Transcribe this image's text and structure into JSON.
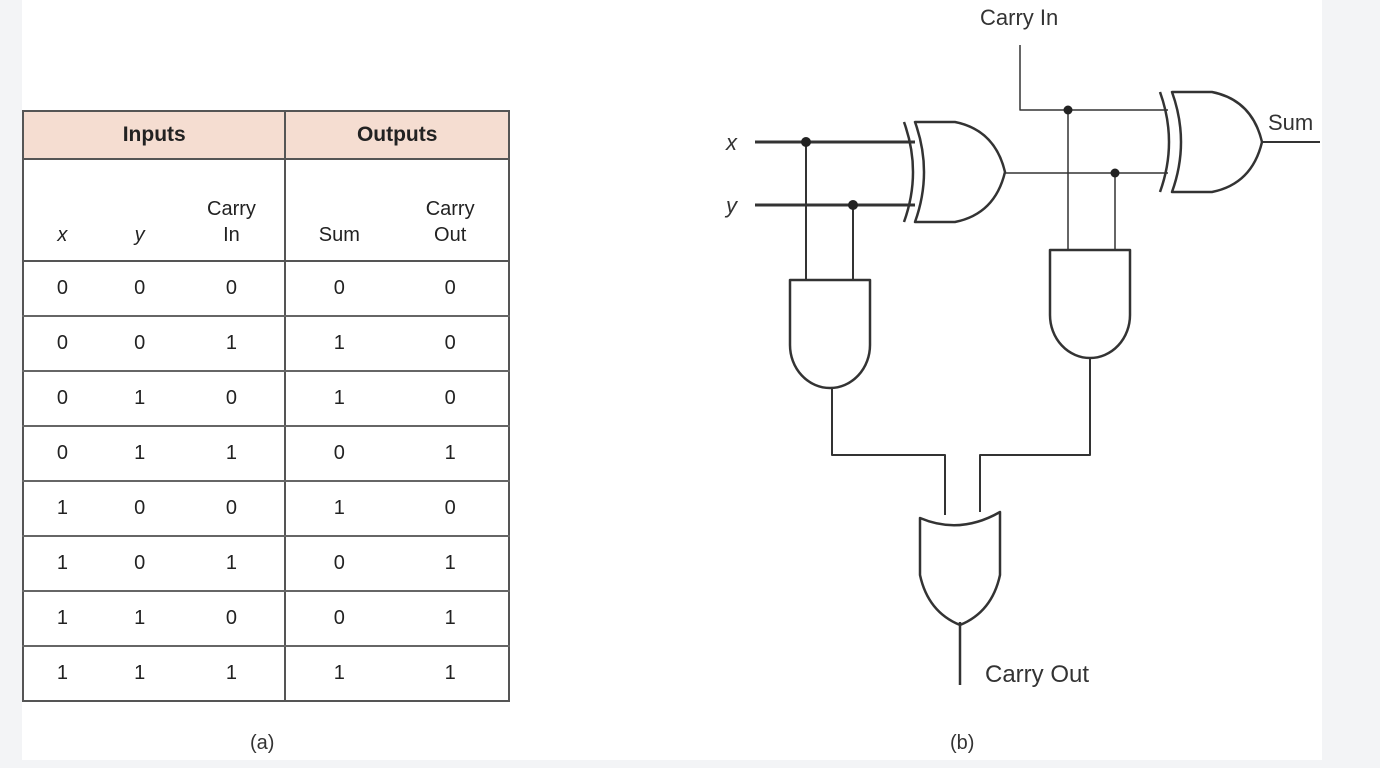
{
  "table": {
    "group_headers": [
      "Inputs",
      "Outputs"
    ],
    "columns": [
      {
        "line1": "",
        "line2": "x",
        "italic": true
      },
      {
        "line1": "",
        "line2": "y",
        "italic": true
      },
      {
        "line1": "Carry",
        "line2": "In",
        "italic": false
      },
      {
        "line1": "",
        "line2": "Sum",
        "italic": false
      },
      {
        "line1": "Carry",
        "line2": "Out",
        "italic": false
      }
    ],
    "rows": [
      [
        "0",
        "0",
        "0",
        "0",
        "0"
      ],
      [
        "0",
        "0",
        "1",
        "1",
        "0"
      ],
      [
        "0",
        "1",
        "0",
        "1",
        "0"
      ],
      [
        "0",
        "1",
        "1",
        "0",
        "1"
      ],
      [
        "1",
        "0",
        "0",
        "1",
        "0"
      ],
      [
        "1",
        "0",
        "1",
        "0",
        "1"
      ],
      [
        "1",
        "1",
        "0",
        "0",
        "1"
      ],
      [
        "1",
        "1",
        "1",
        "1",
        "1"
      ]
    ]
  },
  "captions": {
    "a": "(a)",
    "b": "(b)"
  },
  "circuit": {
    "labels": {
      "carry_in": "Carry In",
      "x": "x",
      "y": "y",
      "sum": "Sum",
      "carry_out": "Carry Out"
    }
  },
  "colors": {
    "header_fill": "#f5ddd1",
    "line": "#333333"
  }
}
